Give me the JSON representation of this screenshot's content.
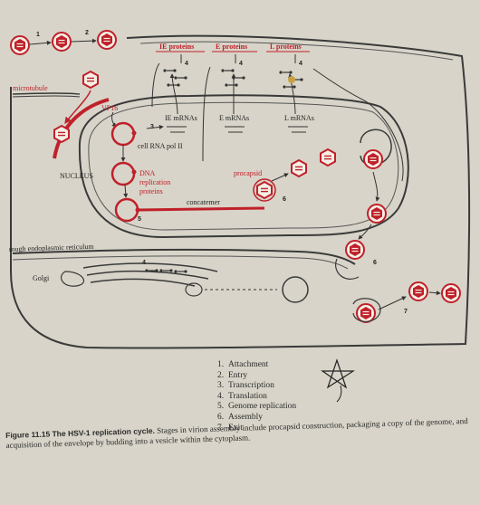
{
  "labels": {
    "ie_proteins": "IE proteins",
    "e_proteins": "E proteins",
    "l_proteins": "L proteins",
    "ie_mrnas": "IE mRNAs",
    "e_mrnas": "E mRNAs",
    "l_mrnas": "L mRNAs",
    "microtubule": "microtubule",
    "vp16": "VP16",
    "cell_rna_pol": "cell RNA pol II",
    "nucleus": "NUCLEUS",
    "dna_replication_1": "DNA",
    "dna_replication_2": "replication",
    "dna_replication_3": "proteins",
    "procapsid": "procapsid",
    "concatemer": "concatemer",
    "rough_er": "rough endoplasmic reticulum",
    "golgi": "Golgi"
  },
  "step_numbers": {
    "n1": "1",
    "n2": "2",
    "n3": "3",
    "n4a": "4",
    "n4b": "4",
    "n4c": "4",
    "n4d": "4",
    "n5": "5",
    "n6a": "6",
    "n6b": "6",
    "n7": "7"
  },
  "legend": [
    {
      "num": "1.",
      "text": "Attachment"
    },
    {
      "num": "2.",
      "text": "Entry"
    },
    {
      "num": "3.",
      "text": "Transcription"
    },
    {
      "num": "4.",
      "text": "Translation"
    },
    {
      "num": "5.",
      "text": "Genome replication"
    },
    {
      "num": "6.",
      "text": "Assembly"
    },
    {
      "num": "7.",
      "text": "Exit"
    }
  ],
  "caption": {
    "figure": "Figure 11.15",
    "title": "The HSV-1 replication cycle.",
    "text": "Stages in virion assembly include procapsid construction, packaging a copy of the genome, and acquisition of the envelope by budding into a vesicle within the cytoplasm."
  },
  "colors": {
    "virus_red": "#c0202a",
    "membrane": "#3a3a3a",
    "background": "#d8d4c9"
  }
}
